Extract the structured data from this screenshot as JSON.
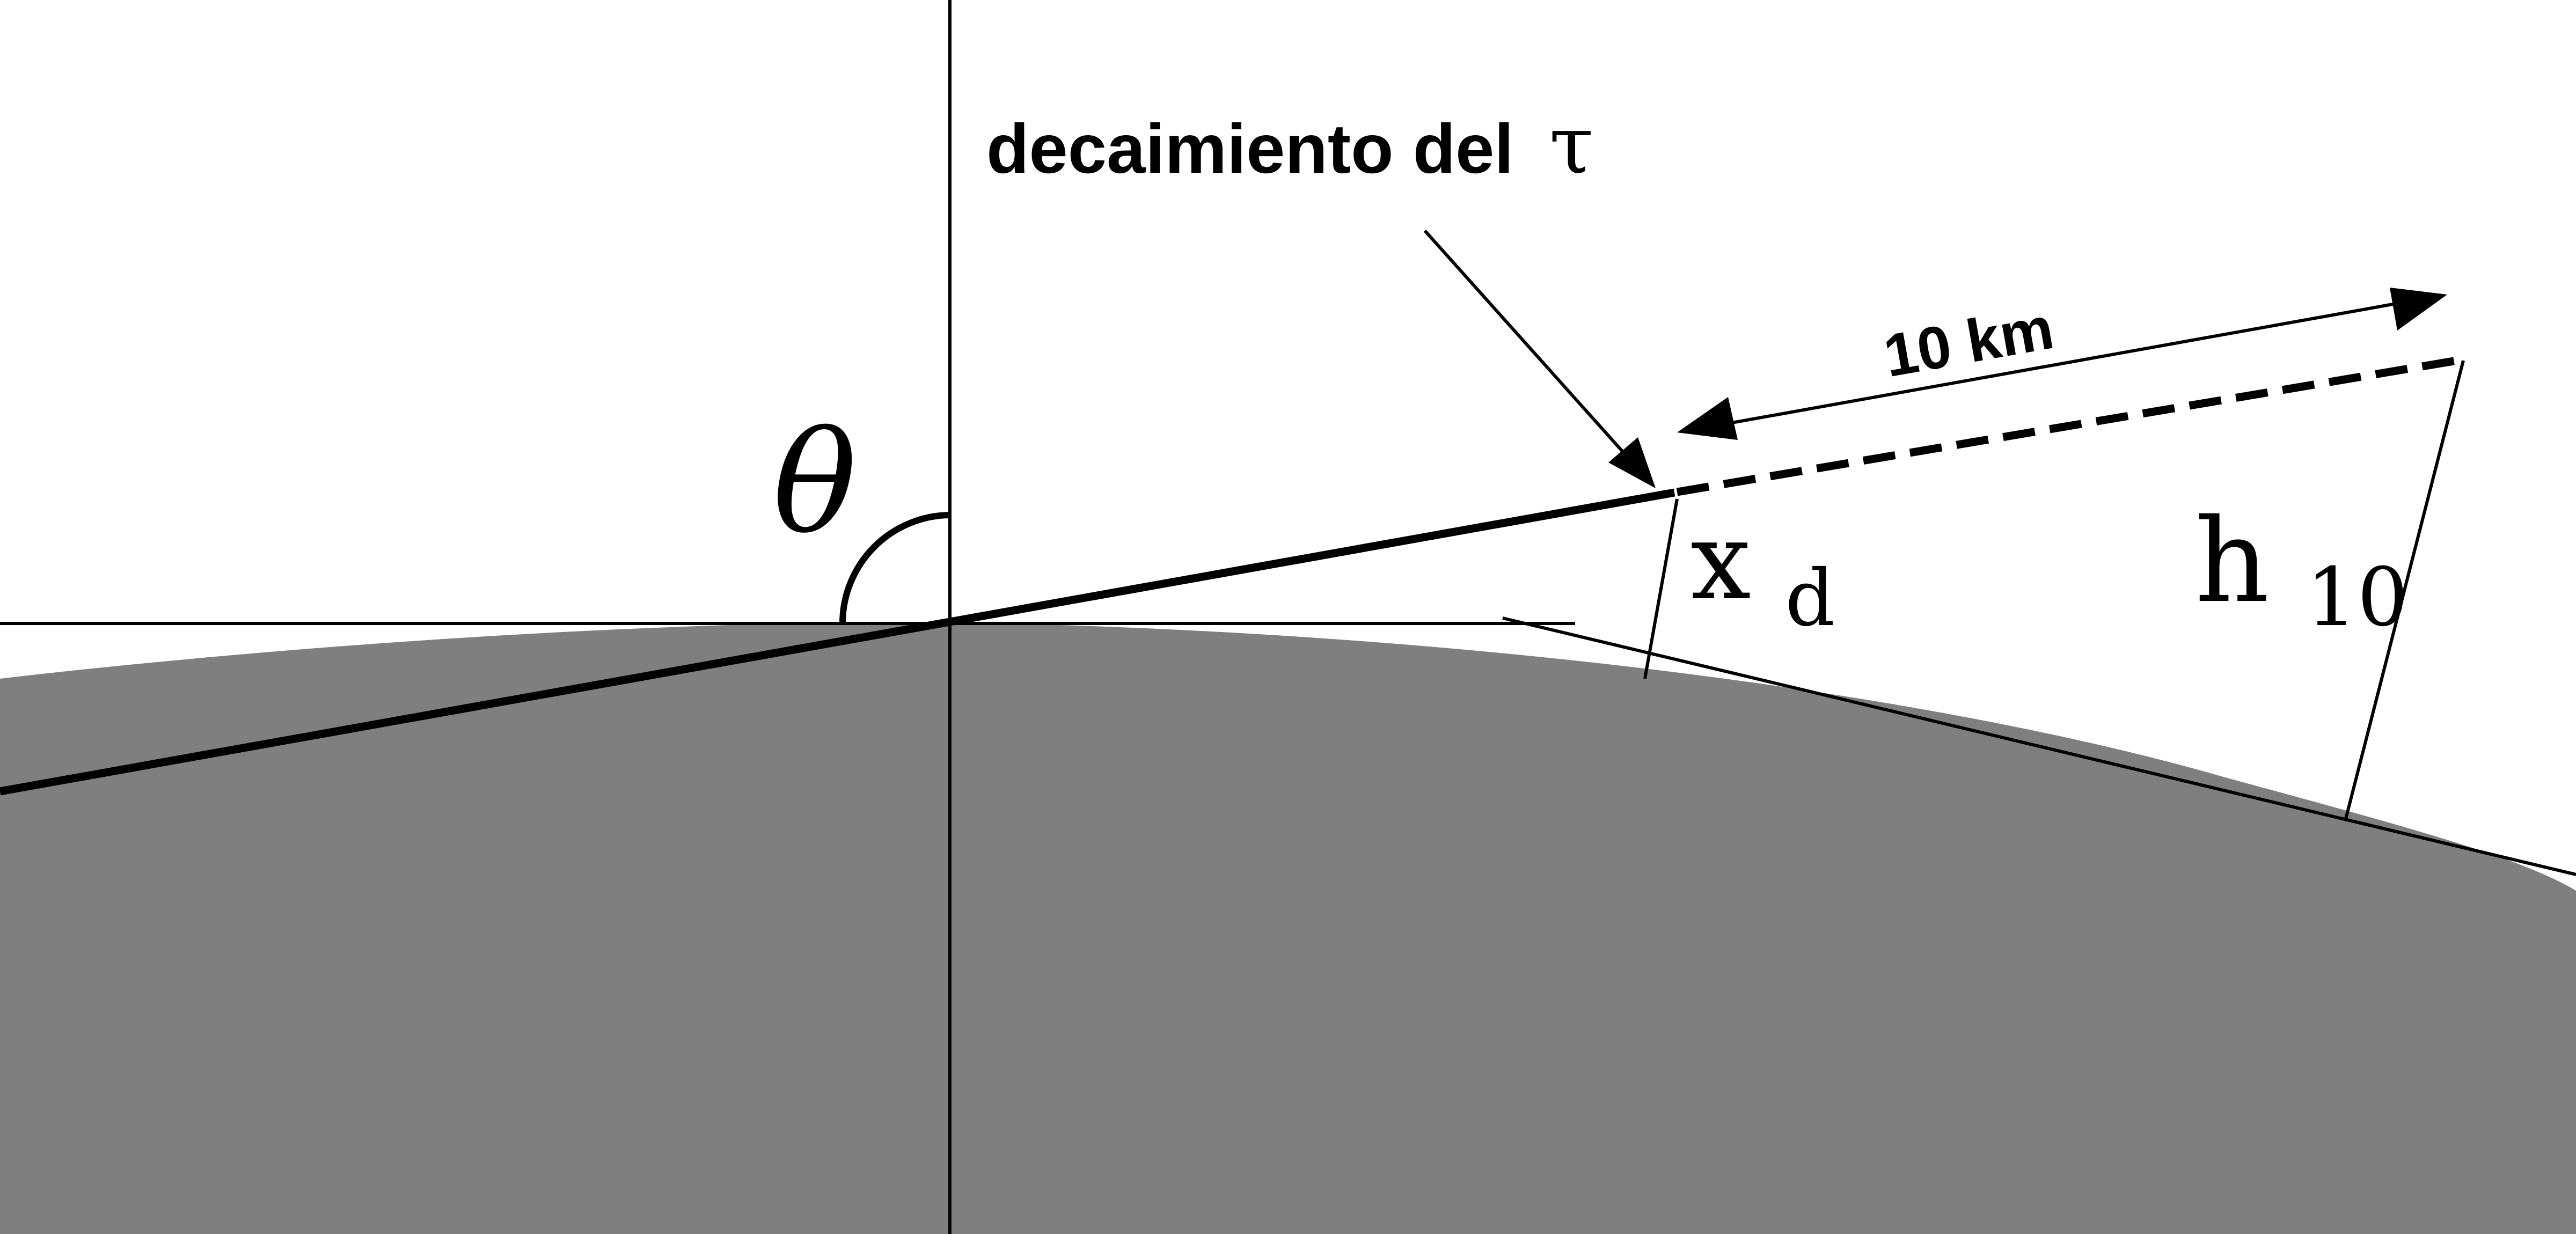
{
  "labels": {
    "decay_text": "decaimiento del",
    "decay_symbol": "τ",
    "distance": "10 km",
    "angle": "θ",
    "xd_main": "x",
    "xd_sub": "d",
    "h10_main": "h",
    "h10_sub": "10"
  },
  "colors": {
    "ground": "#7f7f7f",
    "background": "#ffffff",
    "ink": "#000000"
  }
}
